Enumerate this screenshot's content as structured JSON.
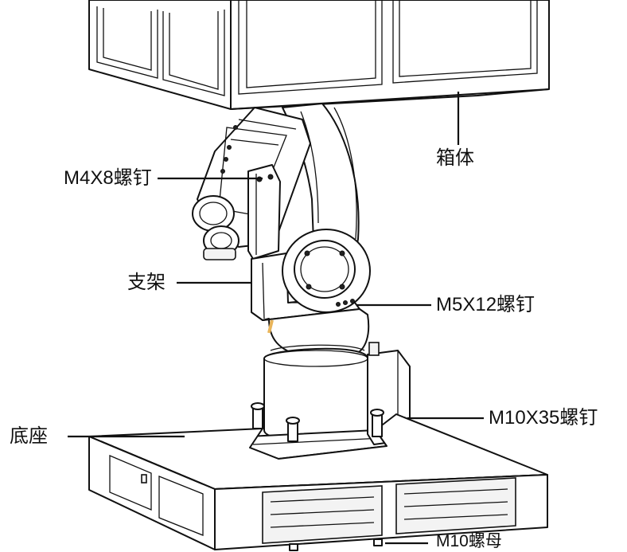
{
  "labels": {
    "box": "箱体",
    "m4x8_screw": "M4X8螺钉",
    "bracket": "支架",
    "m5x12_screw": "M5X12螺钉",
    "base": "底座",
    "m10x35_screw": "M10X35螺钉",
    "m10_nut": "M10螺母"
  },
  "colors": {
    "line": "#111111",
    "background": "#ffffff",
    "accent_cable": "#e8b45a"
  }
}
